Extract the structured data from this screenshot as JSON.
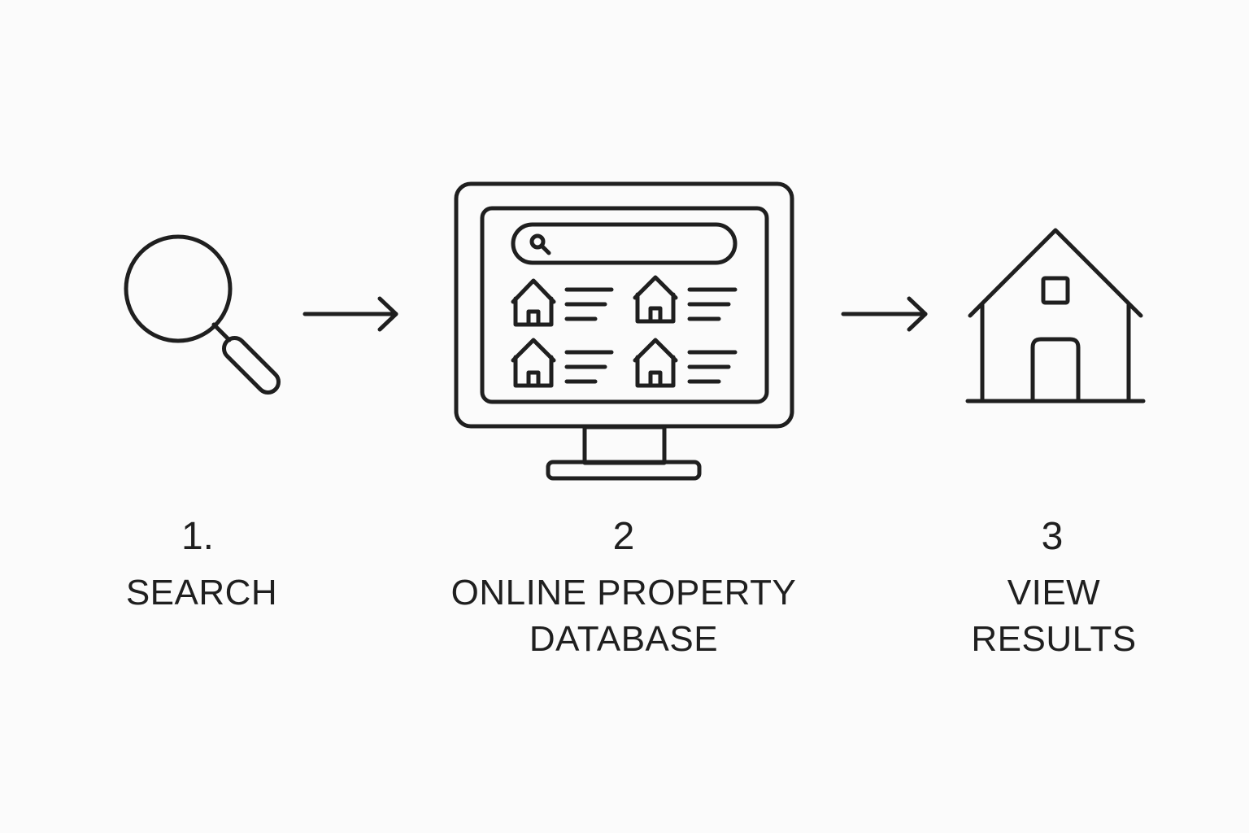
{
  "colors": {
    "background": "#fbfbfb",
    "stroke": "#1f1f1f"
  },
  "steps": [
    {
      "number": "1.",
      "label_lines": [
        "SEARCH"
      ],
      "icon": "magnifying-glass-icon"
    },
    {
      "number": "2",
      "label_lines": [
        "ONLINE PROPERTY",
        "DATABASE"
      ],
      "icon": "computer-monitor-property-listings-icon"
    },
    {
      "number": "3",
      "label_lines": [
        "VIEW",
        "RESULTS"
      ],
      "icon": "house-icon"
    }
  ],
  "connectors": [
    "arrow-right-icon",
    "arrow-right-icon"
  ]
}
